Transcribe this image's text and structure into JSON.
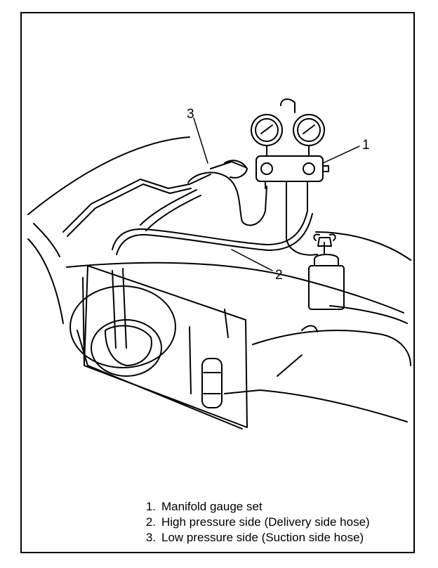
{
  "diagram": {
    "callouts": [
      {
        "id": "1",
        "text": "1"
      },
      {
        "id": "2",
        "text": "2"
      },
      {
        "id": "3",
        "text": "3"
      }
    ],
    "legend": [
      {
        "num": "1.",
        "label": "Manifold gauge set"
      },
      {
        "num": "2.",
        "label": "High pressure side (Delivery side hose)"
      },
      {
        "num": "3.",
        "label": "Low pressure side (Suction side hose)"
      }
    ]
  }
}
